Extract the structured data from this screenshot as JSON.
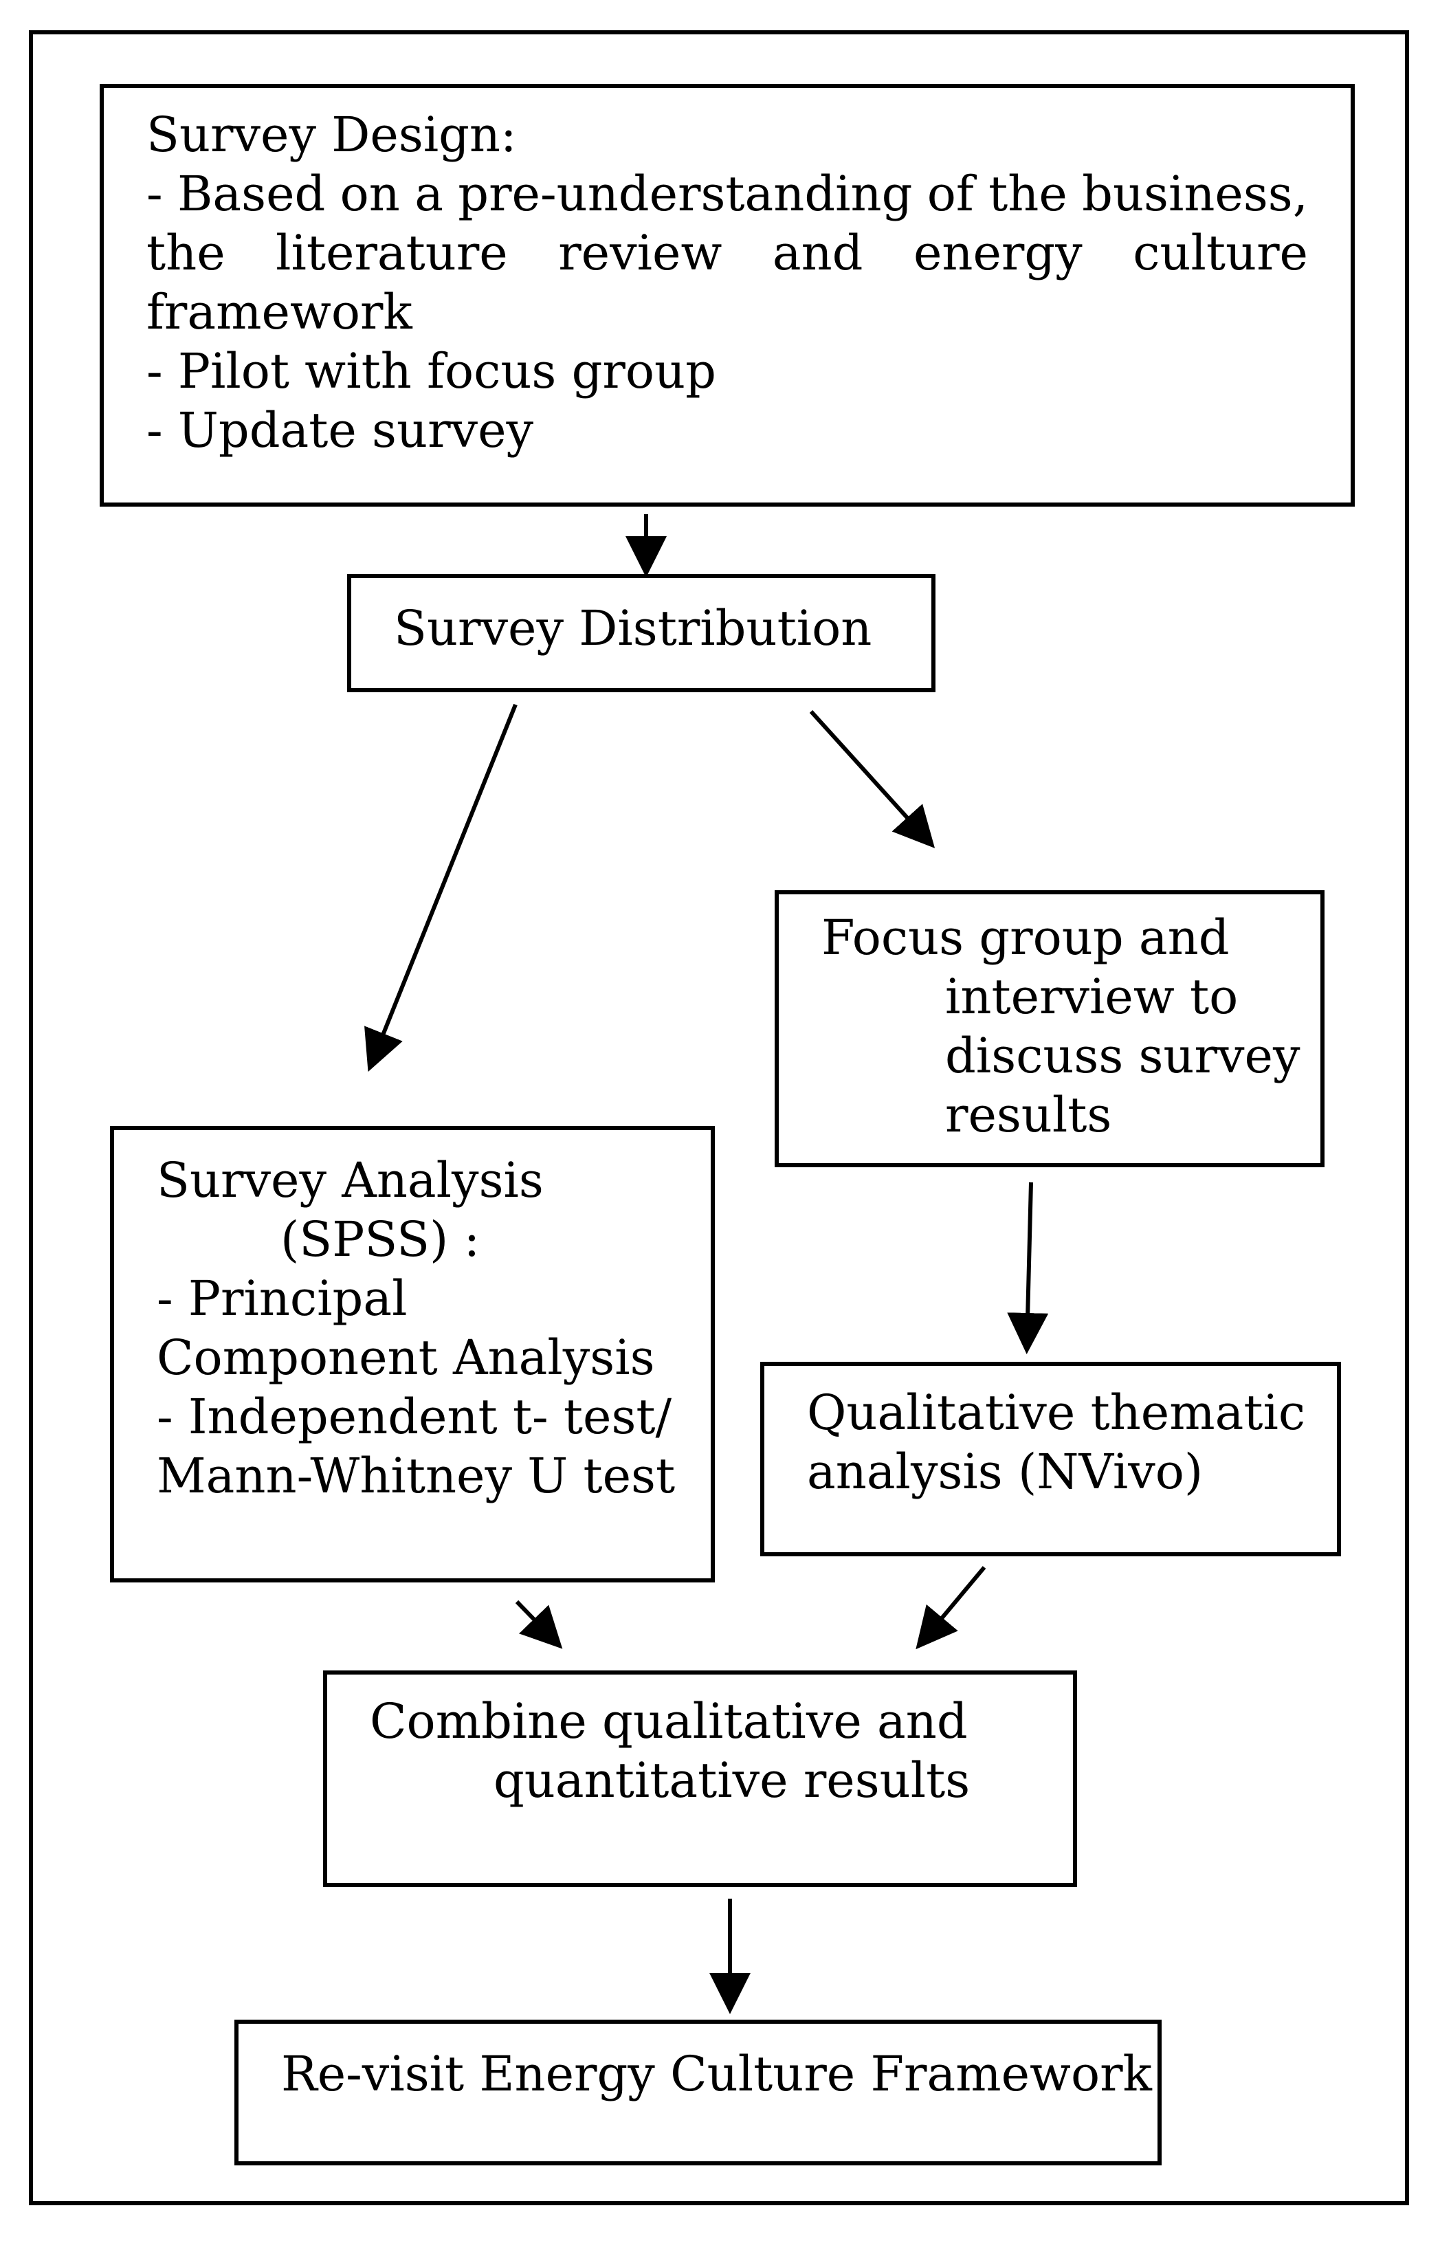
{
  "survey_design": {
    "title": "Survey Design:",
    "line1_words": [
      "-",
      "Based",
      "on",
      "a",
      "pre-understanding",
      "of",
      "the",
      "business,"
    ],
    "line2_words": [
      "the",
      "literature",
      "review",
      "and",
      "energy",
      "culture"
    ],
    "line3": "framework",
    "line4": "- Pilot with focus group",
    "line5": "- Update survey"
  },
  "survey_distribution": {
    "label": "Survey Distribution"
  },
  "focus_group": {
    "line1": "Focus group and",
    "line2": "interview to",
    "line3": "discuss survey",
    "line4": "results"
  },
  "survey_analysis": {
    "line1": "Survey Analysis",
    "line2": "(SPSS) :",
    "line3": "- Principal",
    "line4": "Component Analysis",
    "line5": "- Independent t- test/",
    "line6": "Mann-Whitney U test"
  },
  "qualitative": {
    "line1": "Qualitative thematic",
    "line2": "analysis (NVivo)"
  },
  "combine": {
    "line1": "Combine qualitative and",
    "line2": "quantitative results"
  },
  "revisit": {
    "label": "Re-visit Energy Culture Framework"
  }
}
